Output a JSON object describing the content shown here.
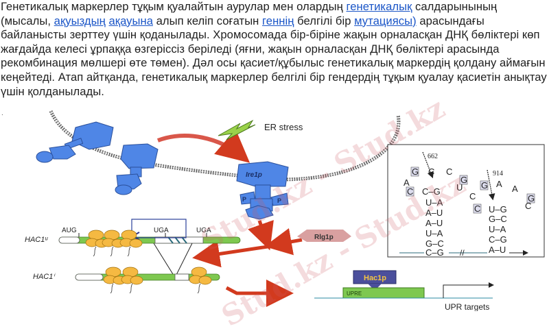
{
  "paragraph": {
    "t1": "Генетикалық маркерлер тұқым қуалайтын аурулар мен олардың ",
    "link_genetic": "генетикалық",
    "t2": " салдарынының (мысалы, ",
    "link_protein": "ақуыздың",
    "t3": " ",
    "link_defect": "ақауына",
    "t4": " алып келіп соғатын ",
    "link_gene": "геннің",
    "t5": " белгілі бір ",
    "link_mutation": "мутациясы)",
    "t6": " арасындағы байланысты зерттеу үшін қоданылады. Хромосомада бір-біріне жақын орналасқан ДНҚ бөліктері көп жағдайда келесі ұрпаққа өзгеріссіз беріледі (яғни, жақын орналасқан ДНҚ бөліктері арасында рекомбинация мөлшері өте төмен). Дәл осы қасиет/құбылыс генетикалық маркердің қолдану аймағын кеңейтеді. Атап айтқанда, генетикалық маркерлер белгілі бір гендердің тұқым қуалау қасиетін анықтау үшін қолданылады."
  },
  "bullet": ".",
  "figure": {
    "er_stress_label": "ER stress",
    "ire1p_label": "Ire1p",
    "p_label_left": "P",
    "p_label_right": "P",
    "rlg1p_label": "Rlg1p",
    "hac1u_label": "HAC1ᵘ",
    "hac1i_label": "HAC1ⁱ",
    "aug_label": "AUG",
    "uga1_label": "UGA",
    "uga2_label": "UGA",
    "hac1p_label": "Hac1p",
    "upre_label": "UPRE",
    "upr_targets_label": "UPR targets",
    "rna_structure": {
      "site1": "662",
      "site2": "914",
      "stem1_pairs": [
        "U–A",
        "A–U",
        "A–U",
        "U–A",
        "G–C",
        "C–G"
      ],
      "stem2_pairs": [
        "G–C",
        "U–A",
        "C–G",
        "A–U"
      ]
    },
    "colors": {
      "protein_blue": "#4f86e6",
      "arrow_red": "#d23a1e",
      "mrna_green": "#7ec850",
      "ribosome_orange": "#f5b942",
      "hac1p_purple": "#4b4f9c",
      "hac1p_text": "#f5c542",
      "rlg1p_pink": "#d9a0a0",
      "lightning_green": "#9ad24a"
    }
  },
  "watermark": "Stud.kz - Stud.kz"
}
